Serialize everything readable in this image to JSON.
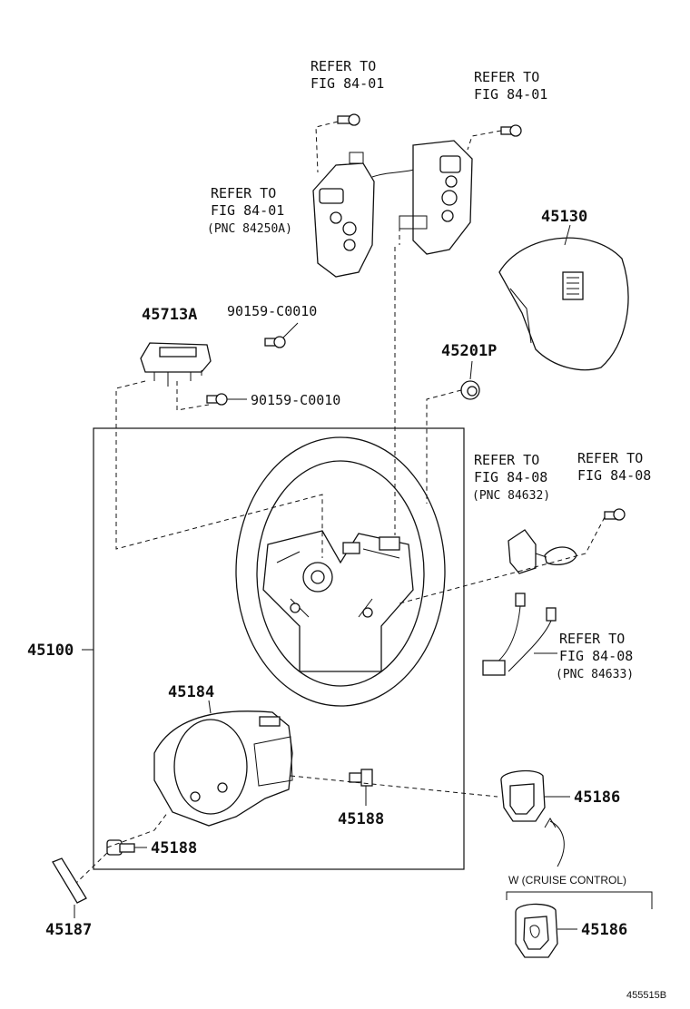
{
  "refer_labels": {
    "top_left": [
      "REFER TO",
      "FIG 84-01"
    ],
    "top_right": [
      "REFER TO",
      "FIG 84-01"
    ],
    "switch_left": [
      "REFER TO",
      "FIG 84-01",
      "(PNC 84250A)"
    ],
    "mid_left": [
      "REFER TO",
      "FIG 84-08",
      "(PNC 84632)"
    ],
    "mid_right": [
      "REFER TO",
      "FIG 84-08"
    ],
    "harness": [
      "REFER TO",
      "FIG 84-08",
      "(PNC 84633)"
    ]
  },
  "part_numbers": {
    "p45130": "45130",
    "p45713a": "45713A",
    "p90159_a": "90159-C0010",
    "p90159_b": "90159-C0010",
    "p45201p": "45201P",
    "p45100": "45100",
    "p45184": "45184",
    "p45188_a": "45188",
    "p45188_b": "45188",
    "p45186_a": "45186",
    "p45186_b": "45186",
    "p45187": "45187"
  },
  "caption_cruise": "W (CRUISE CONTROL)",
  "diagram_ref": "455515B"
}
